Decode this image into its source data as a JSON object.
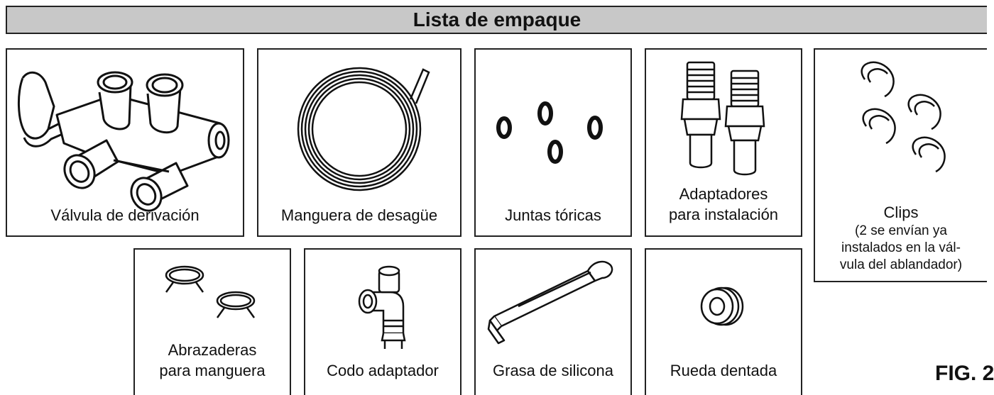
{
  "title": "Lista de empaque",
  "items": {
    "bypass_valve": "Válvula de derivación",
    "drain_hose": "Manguera de desagüe",
    "o_rings": "Juntas tóricas",
    "adapters_1": "Adaptadores",
    "adapters_2": "para instalación",
    "clips_title": "Clips",
    "clips_note_1": "(2 se envían ya",
    "clips_note_2": "instalados en la vál-",
    "clips_note_3": "vula del ablandador)",
    "hose_clamps_1": "Abrazaderas",
    "hose_clamps_2": "para manguera",
    "elbow": "Codo adaptador",
    "grease": "Grasa de silicona",
    "sprocket": "Rueda dentada"
  },
  "figure_label": "FIG. 2"
}
